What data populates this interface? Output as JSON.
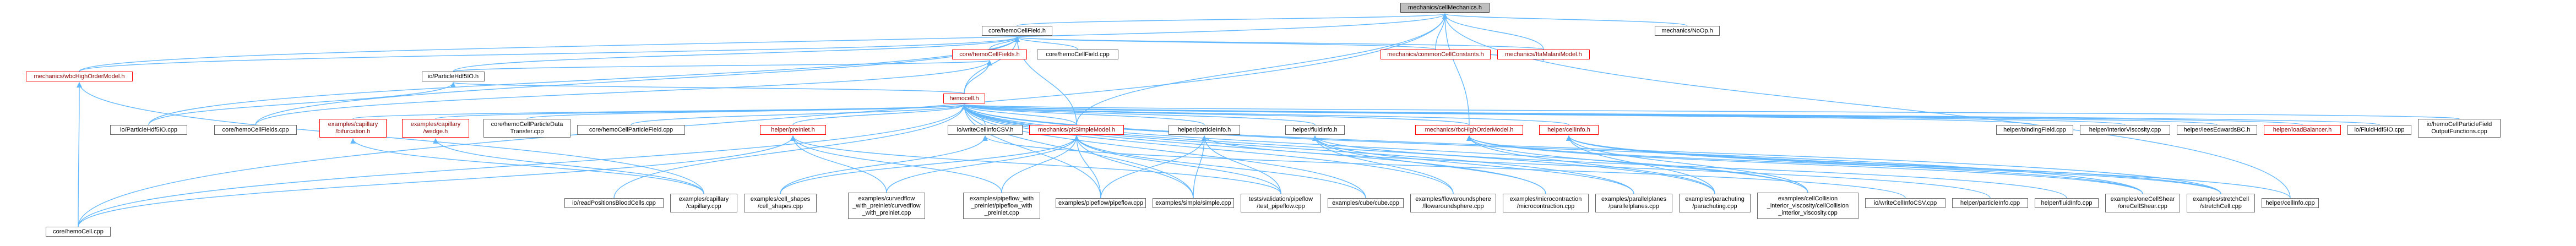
{
  "graph": {
    "root": "mechanics/cellMechanics.h",
    "colors": {
      "edge": "#63b8ff",
      "edge_alt": "#ff8a8a",
      "node_border": "#666666",
      "red_node_border": "#ff0000",
      "red_node_text": "#8b0000",
      "root_fill": "#bfbfbf"
    },
    "nodes": [
      {
        "id": "root",
        "label": "mechanics/cellMechanics.h",
        "style": "root"
      },
      {
        "id": "hemocellfield",
        "label": "core/hemoCellField.h",
        "style": "normal"
      },
      {
        "id": "nojoy",
        "label": "mechanics/NoOp.h",
        "style": "normal"
      },
      {
        "id": "hemocellfields_h",
        "label": "core/hemoCellFields.h",
        "style": "red"
      },
      {
        "id": "hemocellfield_cpp",
        "label": "core/hemoCellField.cpp",
        "style": "normal"
      },
      {
        "id": "commoncellconstants",
        "label": "mechanics/commonCellConstants.h",
        "style": "red"
      },
      {
        "id": "itamalanimodel",
        "label": "mechanics/ItaMalaniModel.h",
        "style": "red"
      },
      {
        "id": "wbchighordermodel",
        "label": "mechanics/wbcHighOrderModel.h",
        "style": "red"
      },
      {
        "id": "particlehdf5io_h",
        "label": "io/ParticleHdf5IO.h",
        "style": "normal"
      },
      {
        "id": "hemocell_h",
        "label": "hemocell.h",
        "style": "red"
      },
      {
        "id": "particlehdf5io_cpp",
        "label": "io/ParticleHdf5IO.cpp",
        "style": "normal"
      },
      {
        "id": "hemocellfields_cpp",
        "label": "core/hemoCellFields.cpp",
        "style": "normal"
      },
      {
        "id": "ex_cap_bif",
        "label": "examples/capillary\n/bifurcation.h",
        "style": "red"
      },
      {
        "id": "ex_cap_wedge",
        "label": "examples/capillary\n/wedge.h",
        "style": "red"
      },
      {
        "id": "particledata",
        "label": "core/hemoCellParticleData\nTransfer.cpp",
        "style": "normal"
      },
      {
        "id": "hemocellparticlefield",
        "label": "core/hemoCellParticleField.cpp",
        "style": "normal"
      },
      {
        "id": "helper_preinlet",
        "label": "helper/preInlet.h",
        "style": "red"
      },
      {
        "id": "io_writecellinfocsv_h",
        "label": "io/writeCellInfoCSV.h",
        "style": "normal"
      },
      {
        "id": "pltsimplemodel",
        "label": "mechanics/pltSimpleModel.h",
        "style": "red"
      },
      {
        "id": "helper_particleinfo_h",
        "label": "helper/particleInfo.h",
        "style": "normal"
      },
      {
        "id": "helper_fluidinfo_h",
        "label": "helper/fluidInfo.h",
        "style": "normal"
      },
      {
        "id": "rbchighordermodel",
        "label": "mechanics/rbcHighOrderModel.h",
        "style": "red"
      },
      {
        "id": "helper_cellinfo_h",
        "label": "helper/cellInfo.h",
        "style": "red"
      },
      {
        "id": "helper_bindingfield",
        "label": "helper/bindingField.cpp",
        "style": "normal"
      },
      {
        "id": "helper_interiorviscosity",
        "label": "helper/interiorViscosity.cpp",
        "style": "normal"
      },
      {
        "id": "helper_leesedwards",
        "label": "helper/leesEdwardsBC.h",
        "style": "normal"
      },
      {
        "id": "helper_loadbalancer",
        "label": "helper/loadBalancer.h",
        "style": "red"
      },
      {
        "id": "io_fluidhdf5io",
        "label": "io/FluidHdf5IO.cpp",
        "style": "normal"
      },
      {
        "id": "io_hemocellparticlefieldout",
        "label": "io/hemoCellParticleField\nOutputFunctions.cpp",
        "style": "normal"
      },
      {
        "id": "hemocell_cpp",
        "label": "core/hemoCell.cpp",
        "style": "normal"
      },
      {
        "id": "io_readpositions",
        "label": "io/readPositionsBloodCells.cpp",
        "style": "normal"
      },
      {
        "id": "ex_capillary_cpp",
        "label": "examples/capillary\n/capillary.cpp",
        "style": "normal"
      },
      {
        "id": "ex_cellshapes",
        "label": "examples/cell_shapes\n/cell_shapes.cpp",
        "style": "normal"
      },
      {
        "id": "ex_curvedflow",
        "label": "examples/curvedflow\n_with_preinlet/curvedflow\n_with_preinlet.cpp",
        "style": "normal"
      },
      {
        "id": "ex_pipeflow_preinlet",
        "label": "examples/pipeflow_with\n_preinlet/pipeflow_with\n_preinlet.cpp",
        "style": "normal"
      },
      {
        "id": "ex_pipeflow",
        "label": "examples/pipeflow/pipeflow.cpp",
        "style": "normal"
      },
      {
        "id": "ex_simple",
        "label": "examples/simple/simple.cpp",
        "style": "normal"
      },
      {
        "id": "tests_pipeflow",
        "label": "tests/validation/pipeflow\n/test_pipeflow.cpp",
        "style": "normal"
      },
      {
        "id": "ex_cube",
        "label": "examples/cube/cube.cpp",
        "style": "normal"
      },
      {
        "id": "ex_flowaround",
        "label": "examples/flowaroundsphere\n/flowaroundsphere.cpp",
        "style": "normal"
      },
      {
        "id": "ex_microcontraction",
        "label": "examples/microcontraction\n/microcontraction.cpp",
        "style": "normal"
      },
      {
        "id": "ex_parallelplanes",
        "label": "examples/parallelplanes\n/parallelplanes.cpp",
        "style": "normal"
      },
      {
        "id": "ex_parachuting",
        "label": "examples/parachuting\n/parachuting.cpp",
        "style": "normal"
      },
      {
        "id": "ex_cellcollision",
        "label": "examples/cellCollision\n_interior_viscosity/cellCollision\n_interior_viscosity.cpp",
        "style": "normal"
      },
      {
        "id": "io_writecellinfocsv_cpp",
        "label": "io/writeCellInfoCSV.cpp",
        "style": "normal"
      },
      {
        "id": "helper_particleinfo_cpp",
        "label": "helper/particleInfo.cpp",
        "style": "normal"
      },
      {
        "id": "helper_fluidinfo_cpp",
        "label": "helper/fluidInfo.cpp",
        "style": "normal"
      },
      {
        "id": "ex_onecellshear",
        "label": "examples/oneCellShear\n/oneCellShear.cpp",
        "style": "normal"
      },
      {
        "id": "ex_stretchcell",
        "label": "examples/stretchCell\n/stretchCell.cpp",
        "style": "normal"
      },
      {
        "id": "helper_cellinfo_cpp",
        "label": "helper/cellInfo.cpp",
        "style": "normal"
      }
    ],
    "edges": [
      [
        "hemocellfield",
        "root"
      ],
      [
        "nojoy",
        "root"
      ],
      [
        "commoncellconstants",
        "root"
      ],
      [
        "itamalanimodel",
        "root"
      ],
      [
        "wbchighordermodel",
        "root"
      ],
      [
        "pltsimplemodel",
        "root"
      ],
      [
        "rbchighordermodel",
        "root"
      ],
      [
        "hemocell_cpp",
        "root"
      ],
      [
        "helper_cellinfo_cpp",
        "root"
      ],
      [
        "hemocellfields_h",
        "hemocellfield"
      ],
      [
        "hemocellfield_cpp",
        "hemocellfield"
      ],
      [
        "commoncellconstants",
        "hemocellfield"
      ],
      [
        "itamalanimodel",
        "hemocellfield"
      ],
      [
        "wbchighordermodel",
        "hemocellfield"
      ],
      [
        "particlehdf5io_h",
        "hemocellfield"
      ],
      [
        "hemocell_h",
        "hemocellfield"
      ],
      [
        "pltsimplemodel",
        "hemocellfield"
      ],
      [
        "particlehdf5io_cpp",
        "hemocellfield"
      ],
      [
        "hemocellfields_cpp",
        "hemocellfield"
      ],
      [
        "hemocell_h",
        "hemocellfields_h"
      ],
      [
        "particlehdf5io_h",
        "hemocellfields_h"
      ],
      [
        "hemocellfields_cpp",
        "hemocellfields_h"
      ],
      [
        "commoncellconstants",
        "itamalanimodel"
      ],
      [
        "particlehdf5io_cpp",
        "particlehdf5io_h"
      ],
      [
        "hemocell_h",
        "particlehdf5io_h"
      ],
      [
        "hemocell_cpp",
        "wbchighordermodel"
      ],
      [
        "ex_capillary_cpp",
        "wbchighordermodel"
      ],
      [
        "ex_cap_bif",
        "hemocell_h"
      ],
      [
        "ex_cap_wedge",
        "hemocell_h"
      ],
      [
        "particledata",
        "hemocell_h"
      ],
      [
        "hemocellparticlefield",
        "hemocell_h"
      ],
      [
        "helper_preinlet",
        "hemocell_h"
      ],
      [
        "io_writecellinfocsv_h",
        "hemocell_h"
      ],
      [
        "pltsimplemodel",
        "hemocell_h"
      ],
      [
        "helper_particleinfo_h",
        "hemocell_h"
      ],
      [
        "helper_fluidinfo_h",
        "hemocell_h"
      ],
      [
        "rbchighordermodel",
        "hemocell_h"
      ],
      [
        "helper_cellinfo_h",
        "hemocell_h"
      ],
      [
        "helper_bindingfield",
        "hemocell_h"
      ],
      [
        "helper_interiorviscosity",
        "hemocell_h"
      ],
      [
        "helper_leesedwards",
        "hemocell_h"
      ],
      [
        "helper_loadbalancer",
        "hemocell_h"
      ],
      [
        "io_fluidhdf5io",
        "hemocell_h"
      ],
      [
        "io_hemocellparticlefieldout",
        "hemocell_h"
      ],
      [
        "hemocell_cpp",
        "hemocell_h"
      ],
      [
        "io_readpositions",
        "hemocell_h"
      ],
      [
        "ex_pipeflow",
        "hemocell_h"
      ],
      [
        "ex_simple",
        "hemocell_h"
      ],
      [
        "ex_cube",
        "hemocell_h"
      ],
      [
        "ex_flowaround",
        "hemocell_h"
      ],
      [
        "ex_microcontraction",
        "hemocell_h"
      ],
      [
        "ex_parallelplanes",
        "hemocell_h"
      ],
      [
        "ex_parachuting",
        "hemocell_h"
      ],
      [
        "ex_cellcollision",
        "hemocell_h"
      ],
      [
        "ex_onecellshear",
        "hemocell_h"
      ],
      [
        "ex_stretchcell",
        "hemocell_h"
      ],
      [
        "ex_capillary_cpp",
        "ex_cap_bif"
      ],
      [
        "ex_capillary_cpp",
        "ex_cap_wedge"
      ],
      [
        "ex_curvedflow",
        "helper_preinlet"
      ],
      [
        "ex_pipeflow_preinlet",
        "helper_preinlet"
      ],
      [
        "tests_pipeflow",
        "helper_preinlet"
      ],
      [
        "hemocell_cpp",
        "helper_preinlet"
      ],
      [
        "io_writecellinfocsv_cpp",
        "io_writecellinfocsv_h"
      ],
      [
        "ex_cellshapes",
        "io_writecellinfocsv_h"
      ],
      [
        "ex_pipeflow",
        "pltsimplemodel"
      ],
      [
        "ex_cellshapes",
        "pltsimplemodel"
      ],
      [
        "ex_curvedflow",
        "pltsimplemodel"
      ],
      [
        "ex_pipeflow_preinlet",
        "pltsimplemodel"
      ],
      [
        "ex_simple",
        "pltsimplemodel"
      ],
      [
        "tests_pipeflow",
        "pltsimplemodel"
      ],
      [
        "ex_cube",
        "pltsimplemodel"
      ],
      [
        "helper_particleinfo_cpp",
        "helper_particleinfo_h"
      ],
      [
        "ex_pipeflow",
        "helper_particleinfo_h"
      ],
      [
        "ex_simple",
        "helper_particleinfo_h"
      ],
      [
        "tests_pipeflow",
        "helper_particleinfo_h"
      ],
      [
        "helper_fluidinfo_cpp",
        "helper_fluidinfo_h"
      ],
      [
        "ex_flowaround",
        "helper_fluidinfo_h"
      ],
      [
        "ex_microcontraction",
        "helper_fluidinfo_h"
      ],
      [
        "ex_parallelplanes",
        "helper_fluidinfo_h"
      ],
      [
        "ex_cellcollision",
        "rbchighordermodel"
      ],
      [
        "ex_onecellshear",
        "rbchighordermodel"
      ],
      [
        "ex_stretchcell",
        "rbchighordermodel"
      ],
      [
        "ex_parachuting",
        "rbchighordermodel"
      ],
      [
        "helper_cellinfo_cpp",
        "helper_cellinfo_h"
      ],
      [
        "ex_stretchcell",
        "helper_cellinfo_h"
      ],
      [
        "ex_onecellshear",
        "helper_cellinfo_h"
      ],
      [
        "ex_parachuting",
        "helper_cellinfo_h"
      ],
      [
        "ex_cellcollision",
        "helper_cellinfo_h"
      ]
    ]
  }
}
